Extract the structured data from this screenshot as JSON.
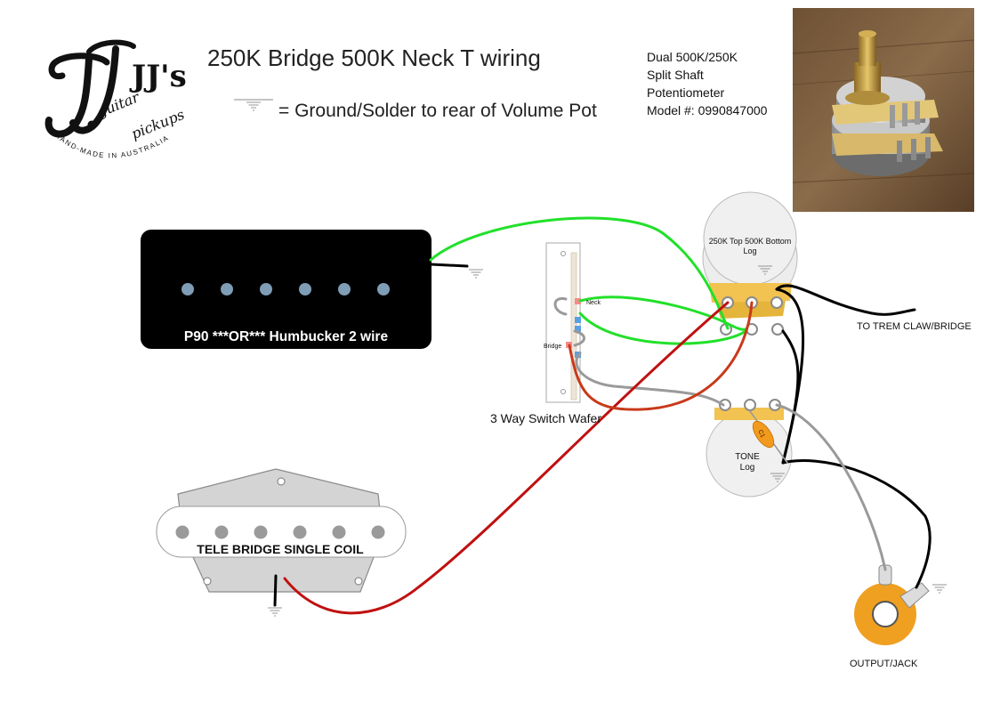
{
  "header": {
    "title": "250K Bridge 500K Neck T wiring",
    "ground_legend": "= Ground/Solder to rear of Volume Pot"
  },
  "logo": {
    "mark": "JJ's",
    "script_line1": "guitar",
    "script_line2": "pickups",
    "tagline": "HAND-MADE IN AUSTRALIA"
  },
  "pot_info": {
    "lines": [
      "Dual 500K/250K",
      "Split Shaft",
      "Potentiometer",
      "Model #: 0990847000"
    ]
  },
  "components": {
    "neck_pickup_label": "P90 ***OR*** Humbucker 2 wire",
    "bridge_pickup_label": "TELE BRIDGE SINGLE COIL",
    "switch_label": "3 Way Switch Wafer",
    "switch_neck": "Neck",
    "switch_bridge": "Bridge",
    "volume_pot_line1": "250K Top 500K Bottom",
    "volume_pot_line2": "Log",
    "tone_pot_line1": "TONE",
    "tone_pot_line2": "Log",
    "capacitor": "C1",
    "trem_label": "TO TREM CLAW/BRIDGE",
    "output_label": "OUTPUT/JACK"
  },
  "colors": {
    "wire_green": "#22e02a",
    "wire_red": "#cc1010",
    "wire_orange_red": "#c83a1a",
    "wire_grey": "#9a9a9a",
    "wire_black": "#000000",
    "pickup_black": "#000000",
    "pole_blue": "#7f9db5",
    "jack_orange": "#f0a020",
    "cap_orange": "#f39a1e"
  },
  "icons": {
    "ground": "ground-symbol-icon",
    "photo": "dual-potentiometer-photo"
  }
}
